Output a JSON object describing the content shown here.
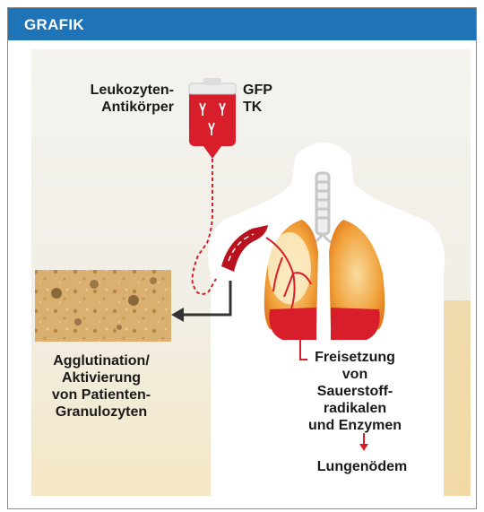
{
  "header": {
    "title": "GRAFIK"
  },
  "labels": {
    "leukozyten_line1": "Leukozyten-",
    "leukozyten_line2": "Antikörper",
    "gfp": "GFP",
    "tk": "TK",
    "agglutination": [
      "Agglutination/",
      "Aktivierung",
      "von Patienten-",
      "Granulozyten"
    ],
    "freisetzung": [
      "Freisetzung",
      "von",
      "Sauerstoff-",
      "radikalen",
      "und Enzymen"
    ],
    "lungenoedem": "Lungenödem"
  },
  "colors": {
    "header": "#1f74b8",
    "background_panel": "#f1efea",
    "body_fill": "#ffffff",
    "red": "#d81e2a",
    "lung_orange": "#f1a13a",
    "lung_light": "#f7d9a8",
    "arrow_dark": "#333333"
  }
}
